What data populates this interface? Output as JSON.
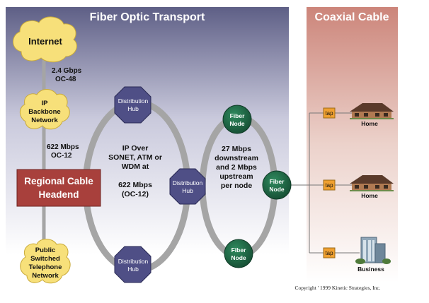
{
  "headers": {
    "fiber": "Fiber Optic Transport",
    "coax": "Coaxial Cable"
  },
  "clouds": {
    "internet": [
      "Internet"
    ],
    "ip_backbone": [
      "IP",
      "Backbone",
      "Network"
    ],
    "pstn": [
      "Public",
      "Switched",
      "Telephone",
      "Network"
    ]
  },
  "links": {
    "internet_backbone": [
      "2.4 Gbps",
      "OC-48"
    ],
    "backbone_headend": [
      "622 Mbps",
      "OC-12"
    ]
  },
  "headend": [
    "Regional Cable",
    "Headend"
  ],
  "hubs": {
    "top": [
      "Distribution",
      "Hub"
    ],
    "middle": [
      "Distribution",
      "Hub"
    ],
    "bottom": [
      "Distribution",
      "Hub"
    ]
  },
  "hub_ring_text": [
    "IP Over",
    "SONET, ATM or",
    "WDM at",
    "",
    "622 Mbps",
    "(OC-12)"
  ],
  "fiber_nodes": {
    "top": [
      "Fiber",
      "Node"
    ],
    "right": [
      "Fiber",
      "Node"
    ],
    "bottom": [
      "Fiber",
      "Node"
    ]
  },
  "node_ring_text": [
    "27 Mbps",
    "downstream",
    "and 2 Mbps",
    "upstream",
    "per node"
  ],
  "taps": [
    "tap",
    "tap",
    "tap"
  ],
  "buildings": [
    "Home",
    "Home",
    "Business"
  ],
  "copyright": "Copyright ' 1999 Kinetic Strategies, Inc.",
  "colors": {
    "fiber_bg_top": "#5e5f86",
    "fiber_bg_bottom": "#ffffff",
    "coax_bg_top": "#cc857a",
    "coax_bg_bottom": "#ffffff",
    "cloud": "#f7e07a",
    "headend": "#a8403c",
    "hub": "#4f4f86",
    "node": "#1e6b46",
    "ring": "#a5a5a5",
    "tap": "#f0a030"
  }
}
